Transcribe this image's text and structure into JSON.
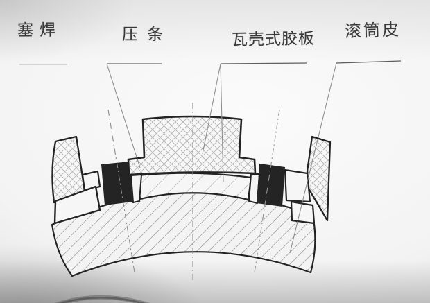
{
  "diagram": {
    "kind": "engineering cross-section of drum lagging (shell-type rubber plate mounting)",
    "parts": [
      {
        "id": "plug_weld",
        "label": "塞焊"
      },
      {
        "id": "press_strip",
        "label": "压条"
      },
      {
        "id": "shell_rubber_plate",
        "label": "瓦壳式胶板"
      },
      {
        "id": "drum_shell",
        "label": "滚筒皮"
      }
    ]
  },
  "labels": {
    "plug_weld": "塞焊",
    "press_strip": "压条",
    "shell_rubber_plate": "瓦壳式胶板",
    "drum_shell": "滚筒皮"
  },
  "colors": {
    "outline": "#232323",
    "strip_fill": "#242424",
    "piece_fill": "#f6f6f6",
    "hatch_cross": "#b4b4b4",
    "hatch_diag": "#a9a9a9",
    "hatch_sparse": "#bdbdbd",
    "leader": "#8f8f8f",
    "centerline": "#8f8f8f",
    "underline_light": "#c2c2c2",
    "underline_dark": "#5f5f5f",
    "label_text": "#3a3a3a"
  }
}
